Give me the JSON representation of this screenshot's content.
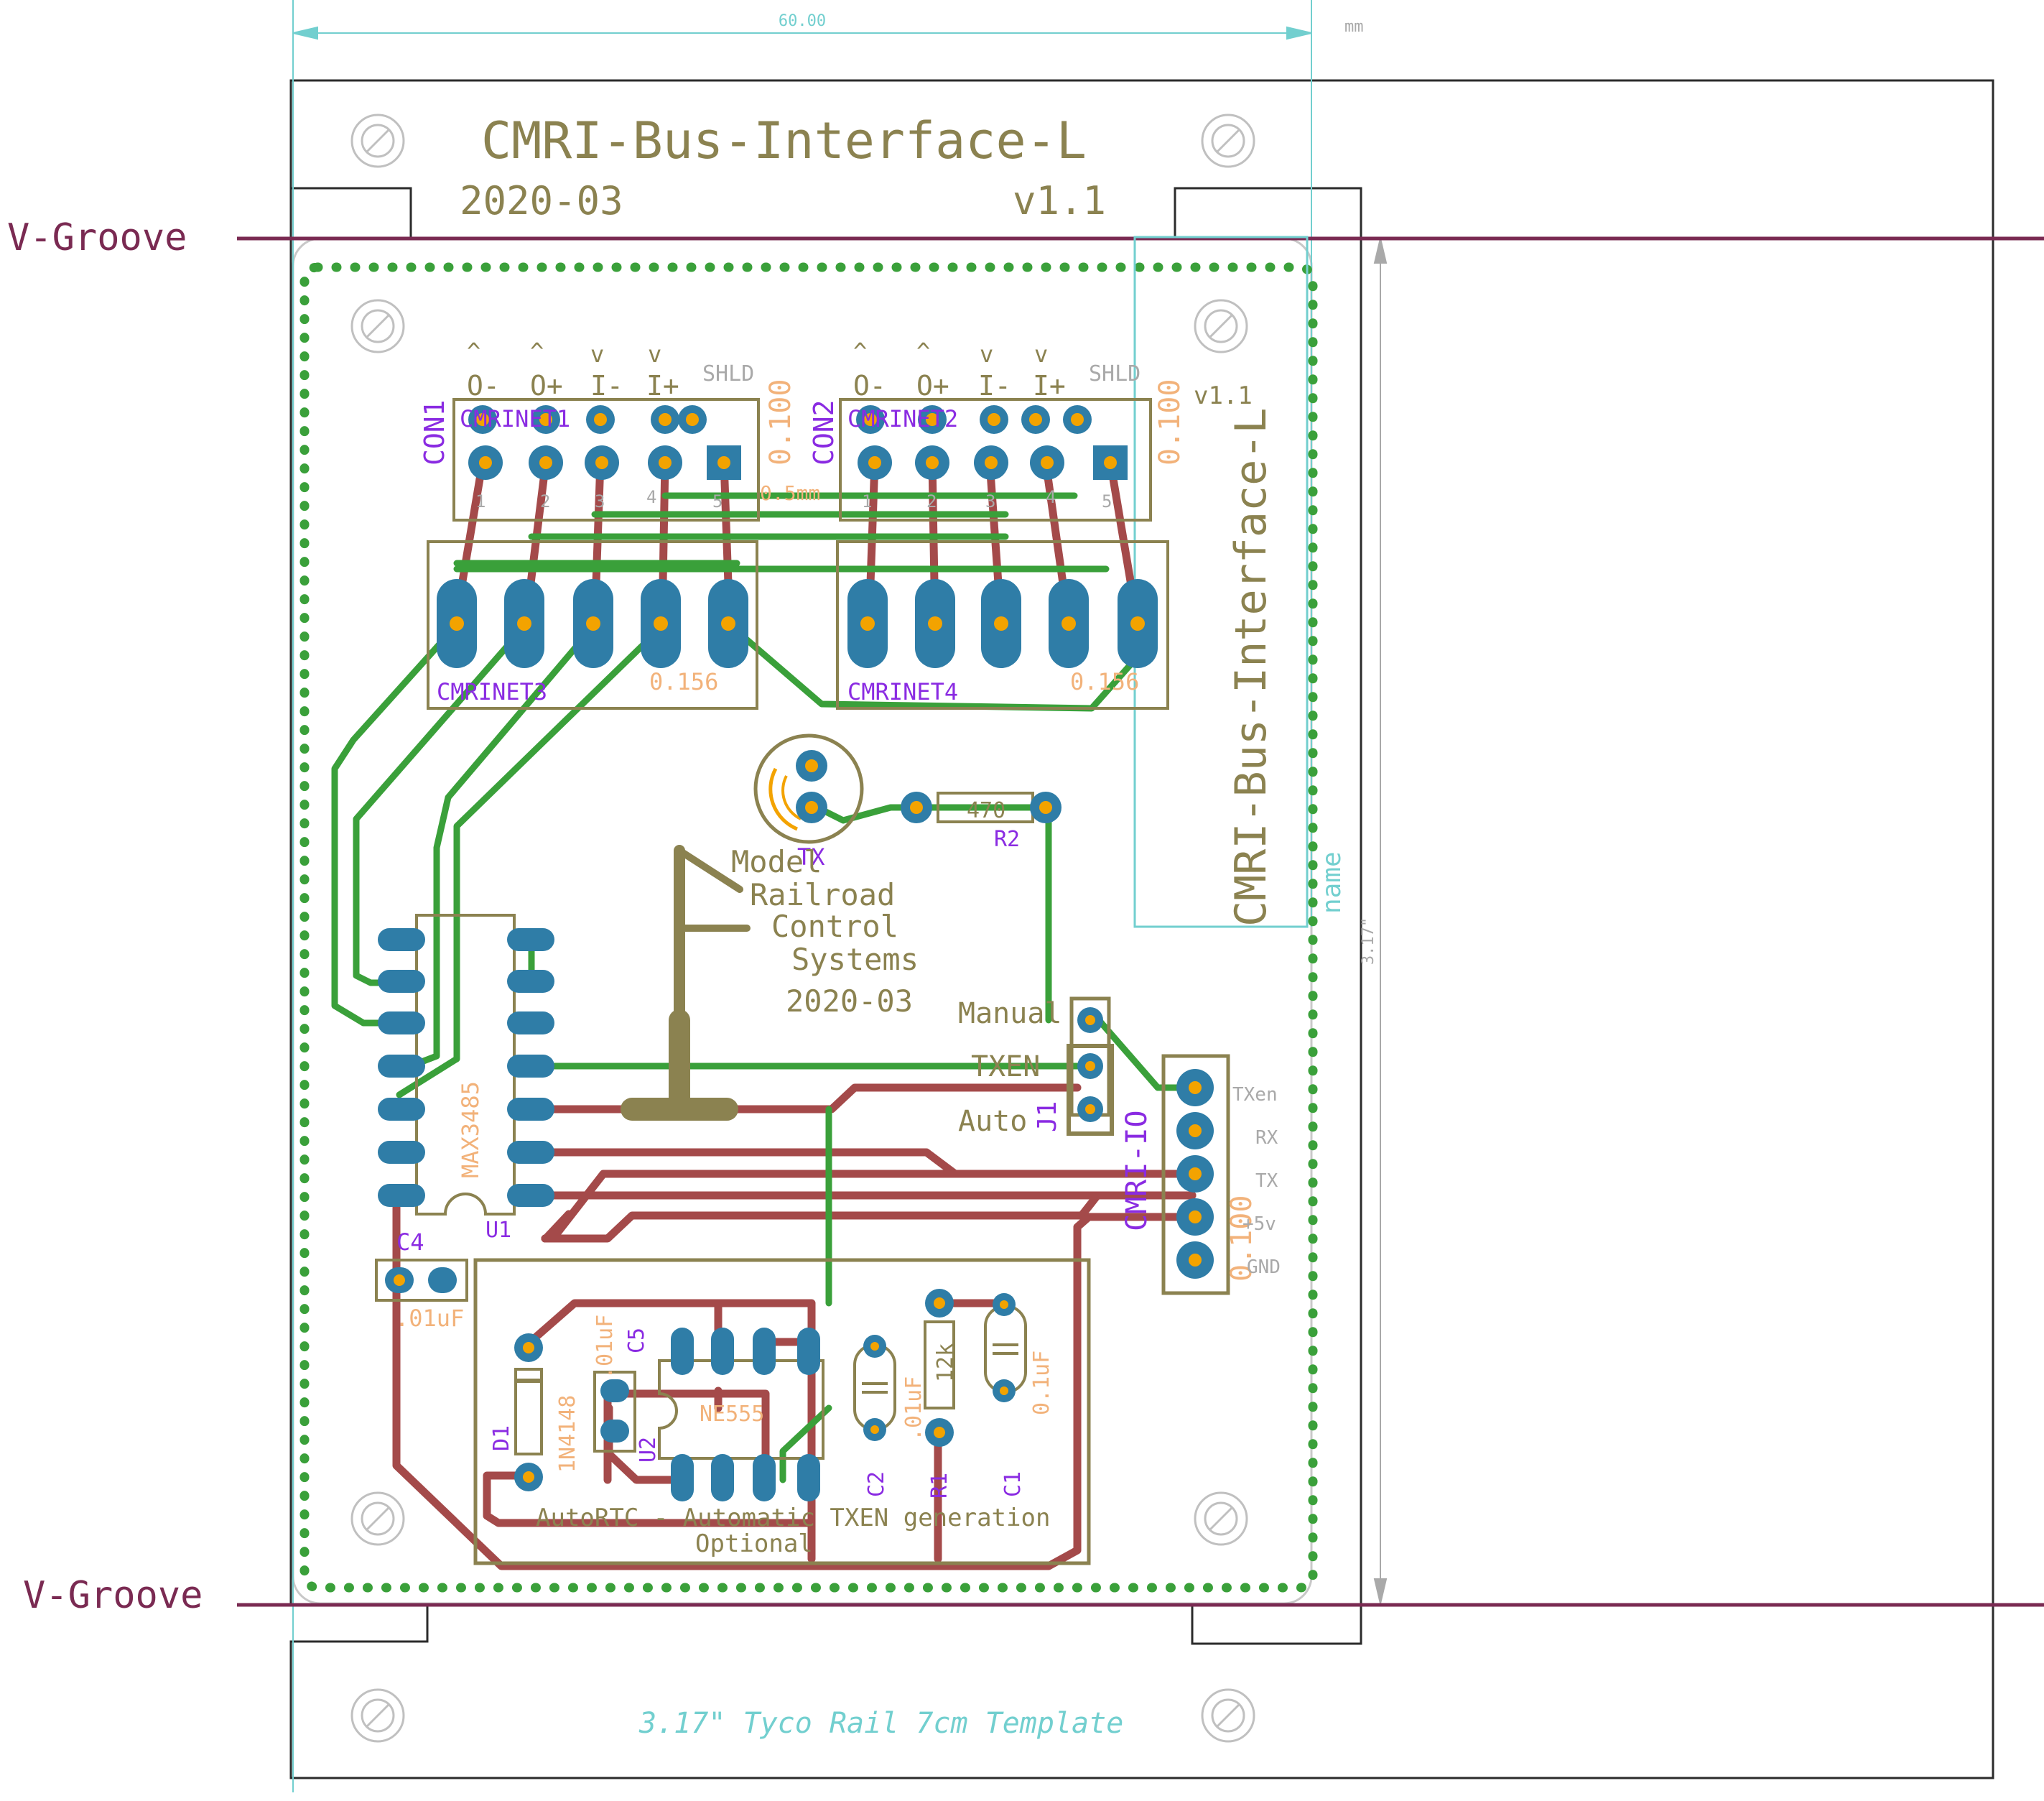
{
  "board": {
    "title": "CMRI-Bus-Interface-L",
    "date": "2020-03",
    "version": "v1.1",
    "side_title": "CMRI-Bus-Interface-L",
    "side_version": "v1.1"
  },
  "dimension": {
    "width_value": "60.00",
    "unit": "mm",
    "height_value": "3.17\""
  },
  "vgroove": {
    "top_label": "V-Groove",
    "bottom_label": "V-Groove"
  },
  "template_label": "3.17\" Tyco Rail 7cm Template",
  "name_label": "name",
  "logo_text": [
    "Model",
    "Railroad",
    "Control",
    "Systems",
    "2020-03"
  ],
  "con1": {
    "ref": "CON1",
    "part": "CMRINET1",
    "pitch": "0.100",
    "symbols": [
      "^",
      "^",
      "v",
      "v"
    ],
    "pins": [
      "O-",
      "O+",
      "I-",
      "I+",
      "SHLD"
    ],
    "numbers": [
      "1",
      "2",
      "3",
      "4",
      "5"
    ]
  },
  "con2": {
    "ref": "CON2",
    "part": "CMRINET2",
    "pitch": "0.100",
    "symbols": [
      "^",
      "^",
      "v",
      "v"
    ],
    "pins": [
      "O-",
      "O+",
      "I-",
      "I+",
      "SHLD"
    ],
    "numbers": [
      "1",
      "2",
      "3",
      "4",
      "5"
    ]
  },
  "trace_note": "0.5mm",
  "cmrinet3": {
    "part": "CMRINET3",
    "pitch": "0.156"
  },
  "cmrinet4": {
    "part": "CMRINET4",
    "pitch": "0.156"
  },
  "led": {
    "ref": "TX"
  },
  "r2": {
    "ref": "R2",
    "value": "470"
  },
  "u1": {
    "ref": "U1",
    "part": "MAX3485"
  },
  "j1": {
    "ref": "J1",
    "labels": [
      "Manual",
      "TXEN",
      "Auto"
    ]
  },
  "cmri_io": {
    "ref": "CMRI-IO",
    "pitch": "0.100",
    "pins": [
      "TXen",
      "RX",
      "TX",
      "+5v",
      "GND"
    ]
  },
  "c4": {
    "ref": "C4",
    "value": ".01uF"
  },
  "d1": {
    "ref": "D1",
    "part": "1N4148"
  },
  "c5": {
    "ref": "C5",
    "value": ".01uF"
  },
  "u2": {
    "ref": "U2",
    "part": "NE555"
  },
  "c2": {
    "ref": "C2",
    "value": ".01uF"
  },
  "r1": {
    "ref": "R1",
    "value": "12k"
  },
  "c1": {
    "ref": "C1",
    "value": "0.1uF"
  },
  "autortc": {
    "line1": "AutoRTC - Automatic TXEN generation",
    "line2": "Optional"
  },
  "colors": {
    "silkscreen": "#8b8250",
    "copper_bottom": "#a44a4a",
    "copper_top": "#3aa03a",
    "pad": "#2f7da7",
    "part_name": "#8a2be2",
    "part_value": "#f2b27a",
    "vgroove": "#7a2a52",
    "dimension": "#72cfcf",
    "outline": "#2b2b2b"
  }
}
